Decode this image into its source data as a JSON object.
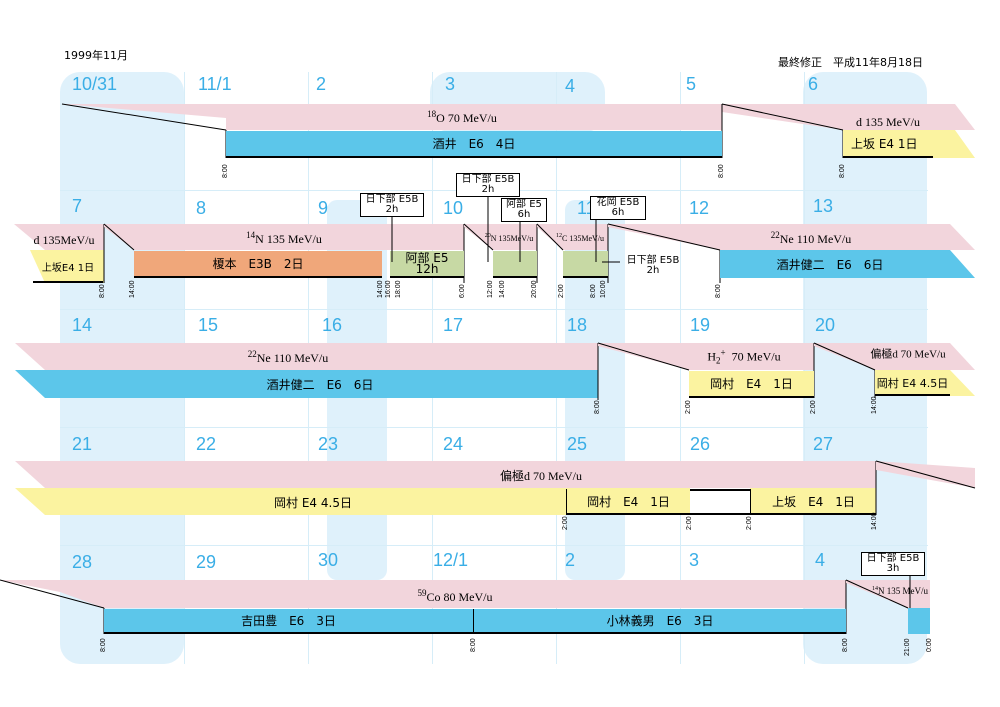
{
  "header": {
    "month_label": "1999年11月",
    "revision_label": "最終修正　平成11年8月18日"
  },
  "days": {
    "w1": [
      "10/31",
      "11/1",
      "2",
      "3",
      "4",
      "5",
      "6"
    ],
    "w2": [
      "7",
      "8",
      "9",
      "10",
      "11",
      "12",
      "13"
    ],
    "w3": [
      "14",
      "15",
      "16",
      "17",
      "18",
      "19",
      "20"
    ],
    "w4": [
      "21",
      "22",
      "23",
      "24",
      "25",
      "26",
      "27"
    ],
    "w5": [
      "28",
      "29",
      "30",
      "12/1",
      "2",
      "3",
      "4"
    ]
  },
  "beams": {
    "w1_o18": "O  70 MeV/u",
    "w1_o18_sup": "18",
    "w1_d": "d  135 MeV/u",
    "w2_d": "d 135MeV/u",
    "w2_n14": "N  135 MeV/u",
    "w2_n14_sup": "14",
    "w2_n14b": "N 135MeV/u",
    "w2_n14b_sup": "20",
    "w2_c12": "C 135MeV/u",
    "w2_c12_sup": "12",
    "w2_ne22": "Ne  110 MeV/u",
    "w2_ne22_sup": "22",
    "w3_ne22": "Ne   110 MeV/u",
    "w3_ne22_sup": "22",
    "w3_h2": "70 MeV/u",
    "w3_h2_label": "H",
    "w3_h2_sub": "2",
    "w3_h2_sup": "+",
    "w3_pold": "偏極d  70 MeV/u",
    "w4_pold": "偏極d  70 MeV/u",
    "w5_co59": "Co   80 MeV/u",
    "w5_co59_sup": "59",
    "w5_n14": "N 135 MeV/u",
    "w5_n14_sup": "14"
  },
  "blocks": {
    "w1_sakai": "酒井　E6　4日",
    "w1_uesaka": "上坂 E4 1日",
    "w2_uesaka": "上坂E4 1日",
    "w2_enomoto": "榎本　E3B　2日",
    "w2_abe": "阿部 E5",
    "w2_abe_dur": "12h",
    "w2_sakaik": "酒井健二　E6　6日",
    "w3_sakaik": "酒井健二　E6　6日",
    "w3_okamura1": "岡村　E4　1日",
    "w3_okamura2": "岡村  E4  4.5日",
    "w4_okamura1": "岡村  E4  4.5日",
    "w4_okamura2": "岡村　E4　1日",
    "w4_uesaka": "上坂　E4　1日",
    "w5_yoshida": "吉田豊　E6　3日",
    "w5_kobayashi": "小林義男　E6　3日"
  },
  "callouts": {
    "c1_title": "日下部 E5B",
    "c1_dur": "2h",
    "c2_title": "日下部 E5B",
    "c2_dur": "2h",
    "c3_title": "阿部 E5",
    "c3_dur": "6h",
    "c4_title": "花岡 E5B",
    "c4_dur": "6h",
    "c5_title": "日下部 E5B",
    "c5_dur": "2h",
    "c6_title": "日下部 E5B",
    "c6_dur": "3h"
  },
  "times": {
    "t_800": "8:00",
    "t_1400": "14:00",
    "t_1600": "16:00",
    "t_1800": "18:00",
    "t_600": "6:00",
    "t_1200": "12:00",
    "t_2000": "20:00",
    "t_200": "2:00",
    "t_1000": "10:00",
    "t_2100": "21:00",
    "t_000": "0:00"
  },
  "colors": {
    "pink": "#f2d5dc",
    "cyan": "#5cc6ea",
    "yellow": "#fbf3a0",
    "orange": "#f0a77a",
    "green": "#c7d9a4",
    "daynum": "#3aaee6",
    "watermark": "#dff1fb"
  }
}
